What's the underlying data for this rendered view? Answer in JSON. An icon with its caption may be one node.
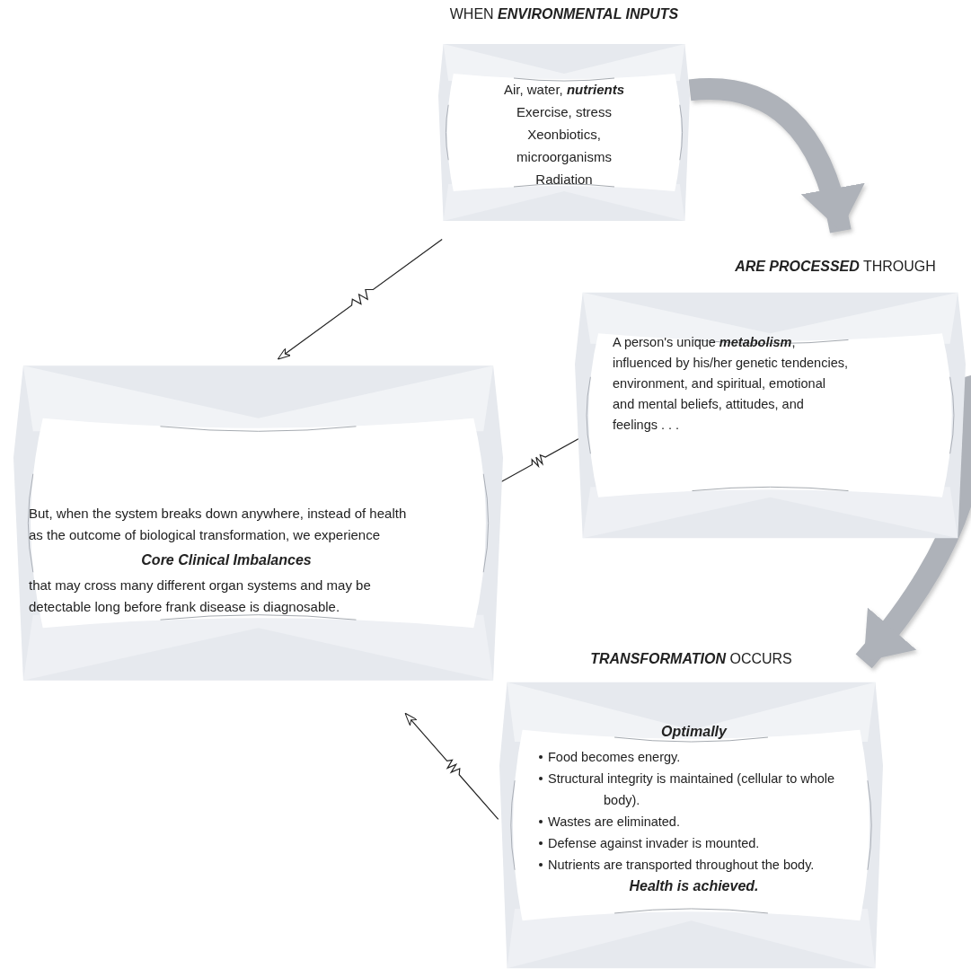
{
  "diagram": {
    "nodes": [
      {
        "text": [
          "WHEN **ENVIRONMENTAL INPUTS**",
          "Air, water, **nutrients**",
          "Exercise, stress",
          "Xeonbiotics,",
          "microorganisms",
          "Radiation"
        ]
      },
      {
        "text": [
          "**ARE PROCESSED** THROUGH",
          "A person's unique **metabolism**, influenced by his/her genetic tendencies, environment, and spiritual, emotional and mental beliefs, attitudes, and feelings . . ."
        ]
      },
      {
        "text": [
          "**TRANSFORMATION** OCCURS",
          "Optimally",
          "Food becomes energy.",
          "Structural integrity is maintained (cellular to whole body).",
          "Wastes are eliminated.",
          "Defense against invader is mounted.",
          "Nutrients are transported throughout the body.",
          "Health is achieved."
        ]
      },
      {
        "text": [
          "But, when the system breaks down anywhere, instead of health as the outcome of biological transformation, we experience",
          "Core Clinical Imbalances",
          "that may cross many different organ systems and may be detectable long before frank disease is diagnosable."
        ]
      }
    ],
    "edges": [
      {
        "from": 0,
        "to": 1,
        "arrow": "to",
        "style": "thick",
        "color": "#aeb2b9"
      },
      {
        "from": 1,
        "to": 2,
        "arrow": "to",
        "style": "thick",
        "color": "#aeb2b9"
      },
      {
        "from": 0,
        "to": 3,
        "arrow": "to"
      },
      {
        "from": 1,
        "to": 3,
        "arrow": "to"
      },
      {
        "from": 2,
        "to": 3,
        "arrow": "to"
      }
    ]
  }
}
